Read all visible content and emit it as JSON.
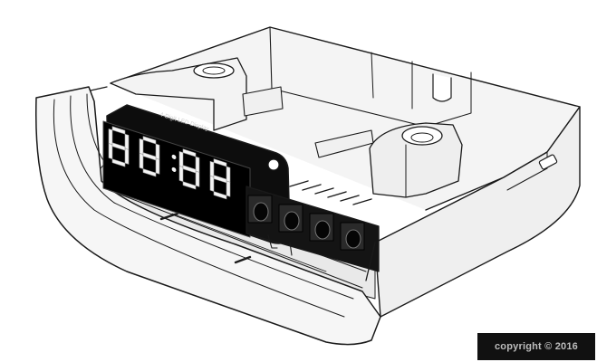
{
  "scene": {
    "display_label": "4-Digit LED Display",
    "digits": "88:88",
    "copyright": "copyright © 2016",
    "colors": {
      "shell": "#f2f2f2",
      "shell_shade": "#d9d9d9",
      "outline": "#1a1a1a",
      "pcb": "#0d0d0d",
      "digit_segment": "#f4f4f4",
      "badge_bg": "#111111",
      "badge_text": "#bdbdbd"
    }
  }
}
